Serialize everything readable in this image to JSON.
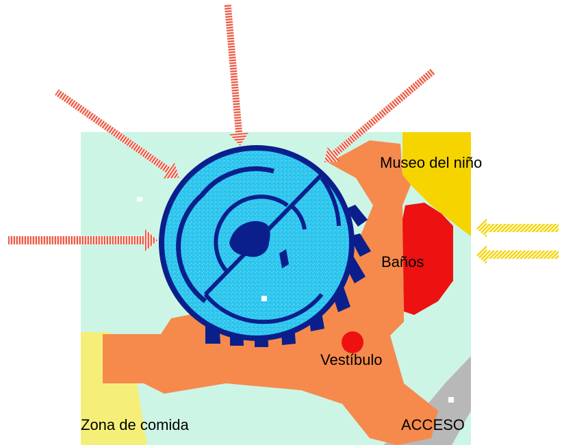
{
  "labels": {
    "museo": "Museo del niño",
    "banos": "Baños",
    "vestibulo": "Vestíbulo",
    "comida": "Zona de comida",
    "acceso": "ACCESO"
  },
  "colors": {
    "ground": "#cdf5e6",
    "hall": "#f58a4c",
    "dome": "#2fc6ee",
    "dome_outline": "#0b1f8c",
    "museum": "#f5d400",
    "food_zone": "#f5ef7a",
    "baths": "#ee1111",
    "lobby_dot": "#ee1111",
    "access_path": "#b8b8b8",
    "arrow_red": "#ee5a44",
    "arrow_yellow": "#f5d400"
  },
  "icons": {
    "solar_arrows": "arrow-icon",
    "wind_arrows": "arrow-icon"
  }
}
